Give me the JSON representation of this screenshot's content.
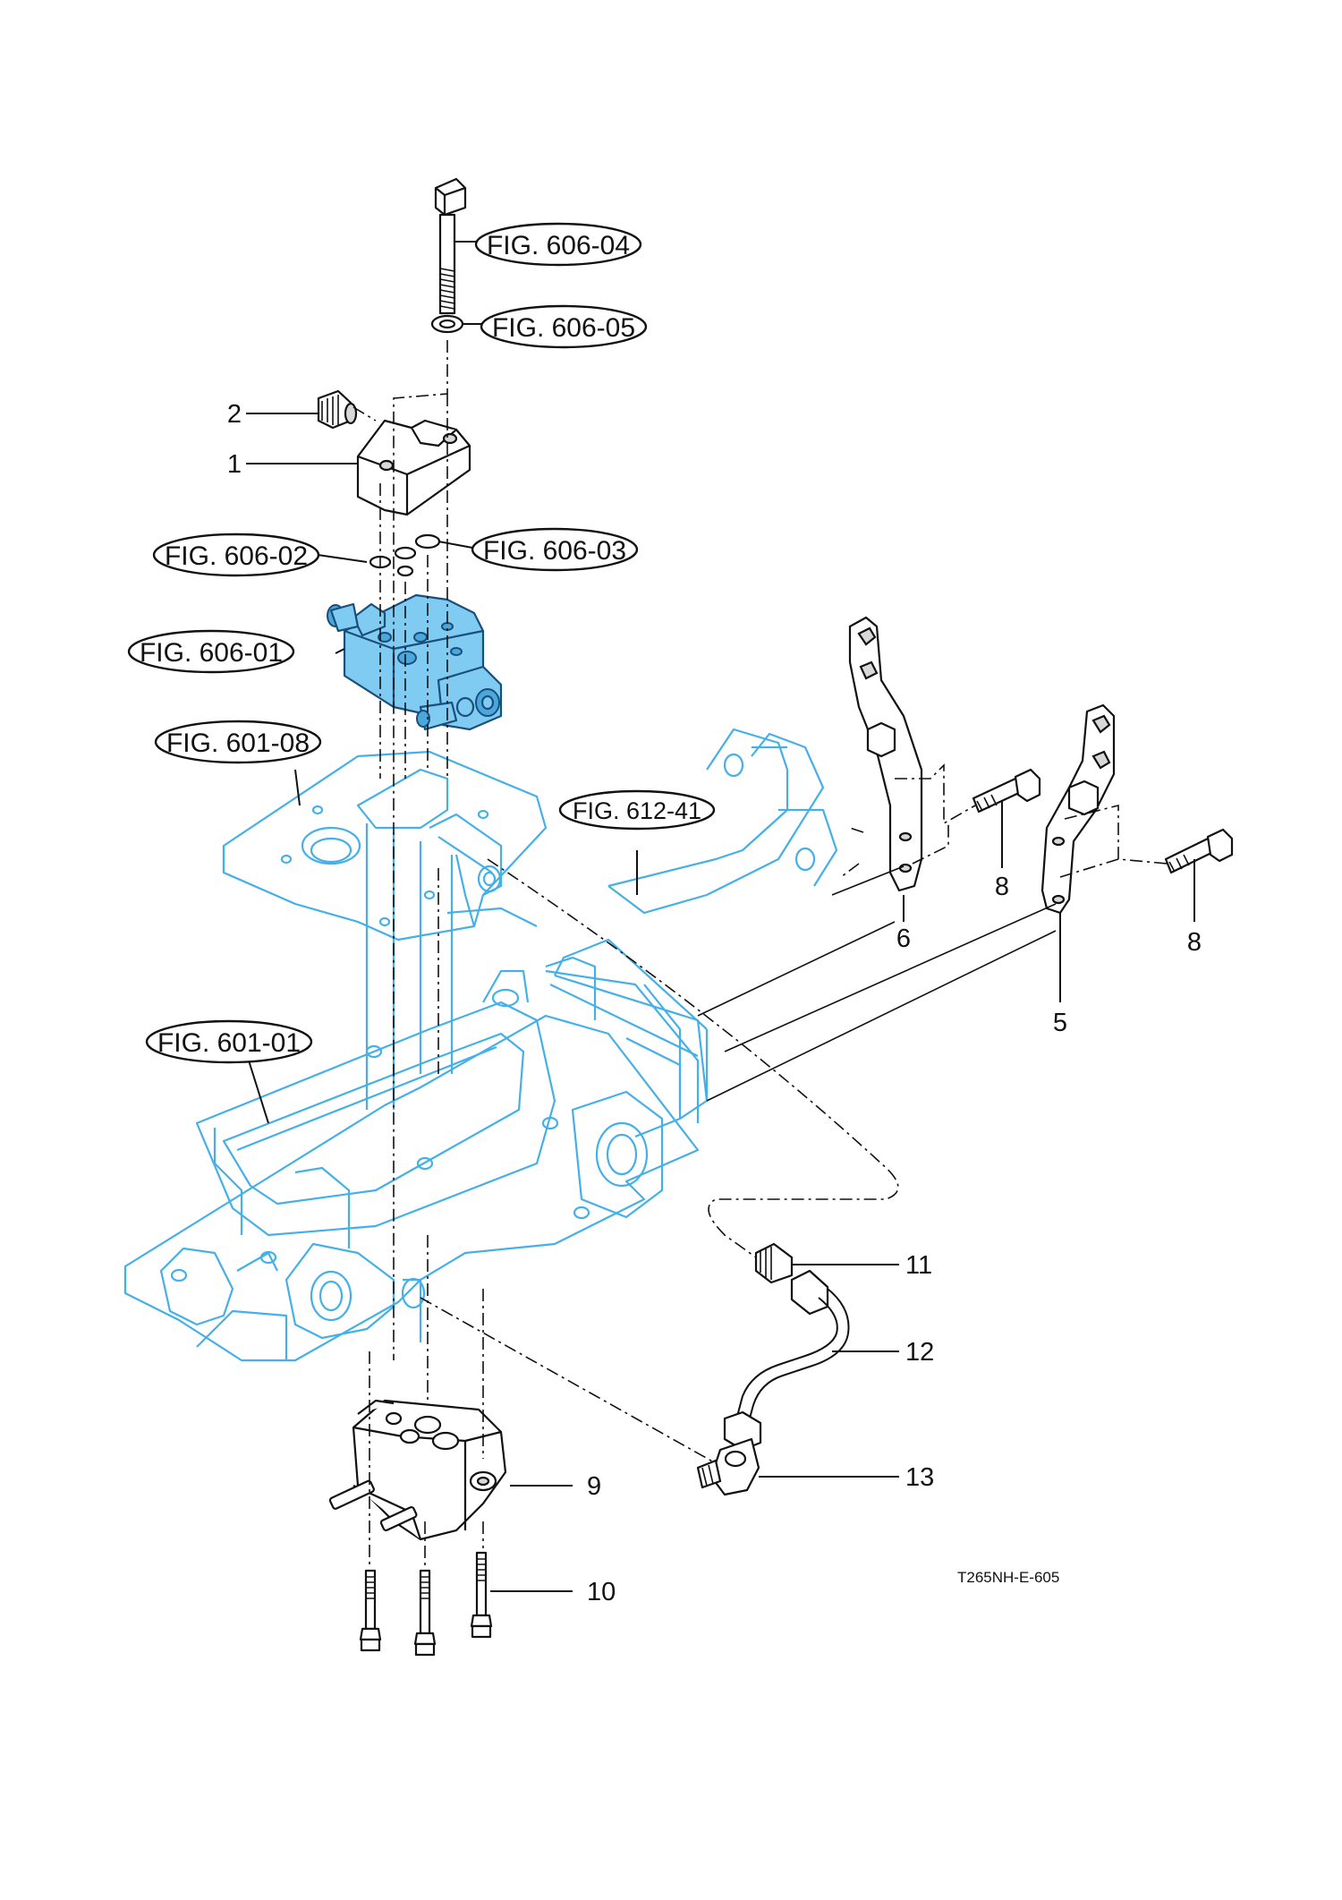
{
  "callouts": {
    "fig_606_04": "FIG. 606-04",
    "fig_606_05": "FIG. 606-05",
    "fig_606_02": "FIG. 606-02",
    "fig_606_03": "FIG. 606-03",
    "fig_606_01": "FIG. 606-01",
    "fig_601_08": "FIG. 601-08",
    "fig_612_41": "FIG. 612-41",
    "fig_601_01": "FIG. 601-01"
  },
  "part_numbers": {
    "p1": "1",
    "p2": "2",
    "p5": "5",
    "p6": "6",
    "p8a": "8",
    "p8b": "8",
    "p9": "9",
    "p10": "10",
    "p11": "11",
    "p12": "12",
    "p13": "13"
  },
  "drawing_code": "T265NH-E-605",
  "colors": {
    "line": "#111111",
    "housing": "#45b0e8",
    "valve": "#7fcbf2"
  }
}
